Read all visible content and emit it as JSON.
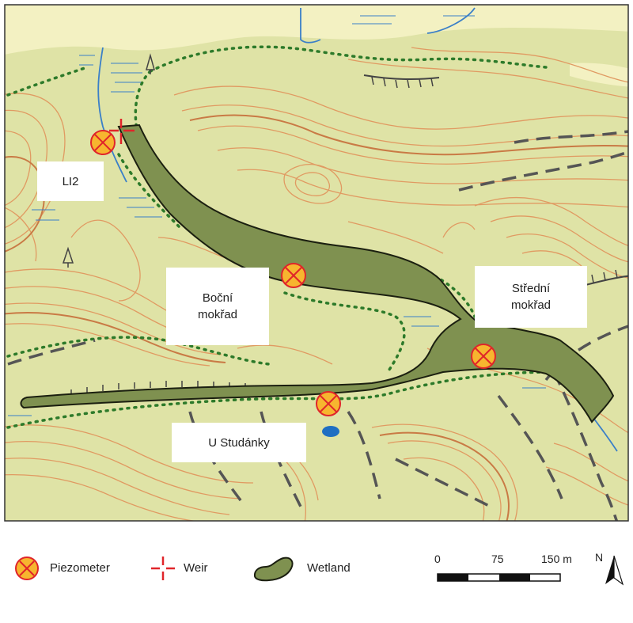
{
  "map": {
    "colors": {
      "terrain": "#dfe3a6",
      "valley": "#f3f1c2",
      "contour": "#e09a62",
      "wetland": "#7f9150",
      "wetland_outline": "#1b1f10",
      "path_dots": "#2d7a2a",
      "road_dash": "#555555",
      "water": "#3a7fc8",
      "piezometer_fill": "#f7b52f",
      "piezometer_stroke": "#e0252a",
      "weir": "#e0252a"
    },
    "labels": {
      "li2": "LI2",
      "bocni": "Boční mokřad",
      "stredni": "Střední mokřad",
      "studanky": "U Studánky"
    }
  },
  "legend": {
    "piezometer": "Piezometer",
    "weir": "Weir",
    "wetland": "Wetland"
  },
  "scale": {
    "tick_0": "0",
    "tick_1": "75",
    "tick_2": "150 m"
  },
  "north": "N"
}
